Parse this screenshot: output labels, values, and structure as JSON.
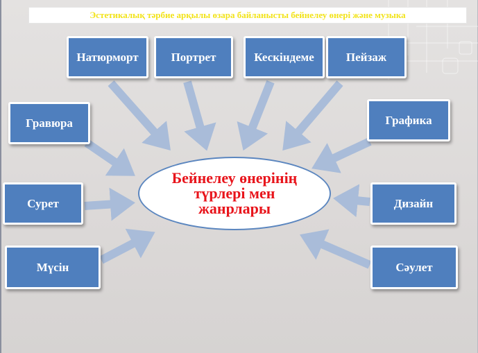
{
  "title": "Эстетикалық тәрбие арқылы өзара  байланысты бейнелеу өнері және музыка",
  "center_label": "Бейнелеу өнерінің\nтүрлері мен\nжанрлары",
  "nodes": {
    "natyurmort": "Натюрморт",
    "portret": "Портрет",
    "keskindeme": "Кескіндеме",
    "peyzazh": "Пейзаж",
    "gravyura": "Гравюра",
    "grafika": "Графика",
    "suret": "Сурет",
    "dizayn": "Дизайн",
    "musin": "Мүсін",
    "saulet": "Сәулет"
  },
  "colors": {
    "box_fill": "#4f7fbe",
    "arrow": "#a9bcd9",
    "center_text": "#e8141b",
    "title_text": "#f2e31a"
  }
}
